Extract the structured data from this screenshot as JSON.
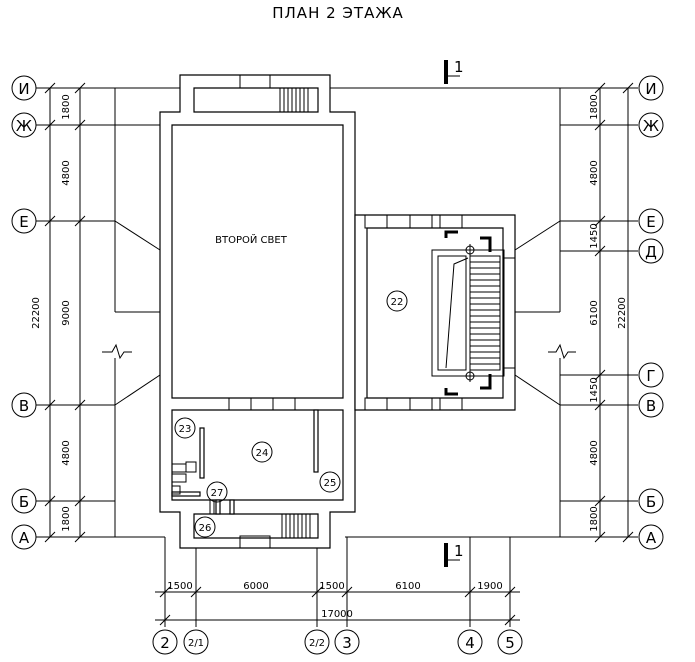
{
  "title": "ПЛАН 2 ЭТАЖА",
  "section_mark": "1",
  "axes": {
    "horizontal_letters": [
      "И",
      "Ж",
      "Е",
      "Д",
      "В",
      "Г",
      "Б",
      "А"
    ],
    "vertical_numbers": [
      "2",
      "2/1",
      "2/2",
      "3",
      "4",
      "5"
    ]
  },
  "dimensions": {
    "left_chain": [
      "1800",
      "4800",
      "9000",
      "4800",
      "1800"
    ],
    "left_total": "22200",
    "right_chain": [
      "1800",
      "4800",
      "1450",
      "6100",
      "1450",
      "4800",
      "1800"
    ],
    "right_total": "22200",
    "bottom_chain": [
      "1500",
      "6000",
      "1500",
      "6100",
      "1900"
    ],
    "bottom_total": "17000"
  },
  "rooms": {
    "double_height_label": "ВТОРОЙ СВЕТ",
    "numbers": [
      "22",
      "23",
      "24",
      "25",
      "26",
      "27"
    ]
  }
}
